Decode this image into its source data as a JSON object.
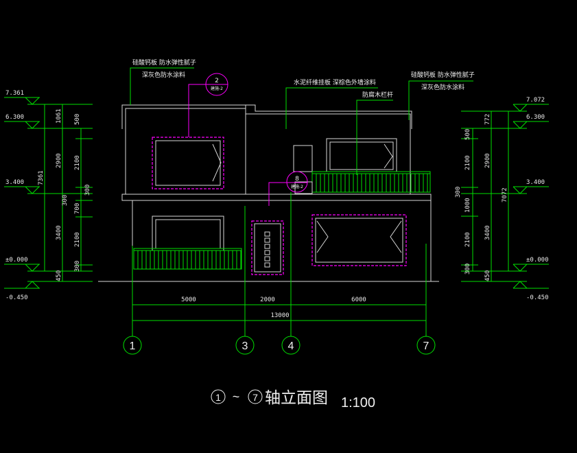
{
  "notes": {
    "left_line1": "硅酸钙板 防水弹性腻子",
    "left_line2": "深灰色防水涂料",
    "mid_line1": "水泥纤维挂板 深棕色外墙涂料",
    "railing": "防腐木栏杆",
    "right_line1": "硅酸钙板 防水弹性腻子",
    "right_line2": "深灰色防水涂料"
  },
  "callouts": [
    {
      "num": "2",
      "ref": "建施-2"
    },
    {
      "num": "8",
      "ref": "建施-2"
    }
  ],
  "left_levels": [
    "7.361",
    "6.300",
    "3.400",
    "±0.000",
    "-0.450"
  ],
  "left_dims": {
    "total": "7361",
    "col2": [
      "1061",
      "2900",
      "3400",
      "450"
    ],
    "col3": [
      "500",
      "2100",
      "300",
      "700",
      "2100",
      "300"
    ],
    "mid300": "300"
  },
  "right_levels": [
    "7.072",
    "6.300",
    "3.400",
    "±0.000",
    "-0.450"
  ],
  "right_dims": {
    "total": "7072",
    "col2": [
      "772",
      "2900",
      "3400",
      "450"
    ],
    "col1": [
      "500",
      "2100",
      "300",
      "1000",
      "2100",
      "300"
    ]
  },
  "horizontal_dims": [
    "5000",
    "2000",
    "6000"
  ],
  "overall_dim": "13000",
  "axes": [
    "1",
    "3",
    "4",
    "7"
  ],
  "title": {
    "from": "1",
    "sep": "~",
    "to": "7",
    "text": "轴立面图",
    "scale": "1:100"
  }
}
